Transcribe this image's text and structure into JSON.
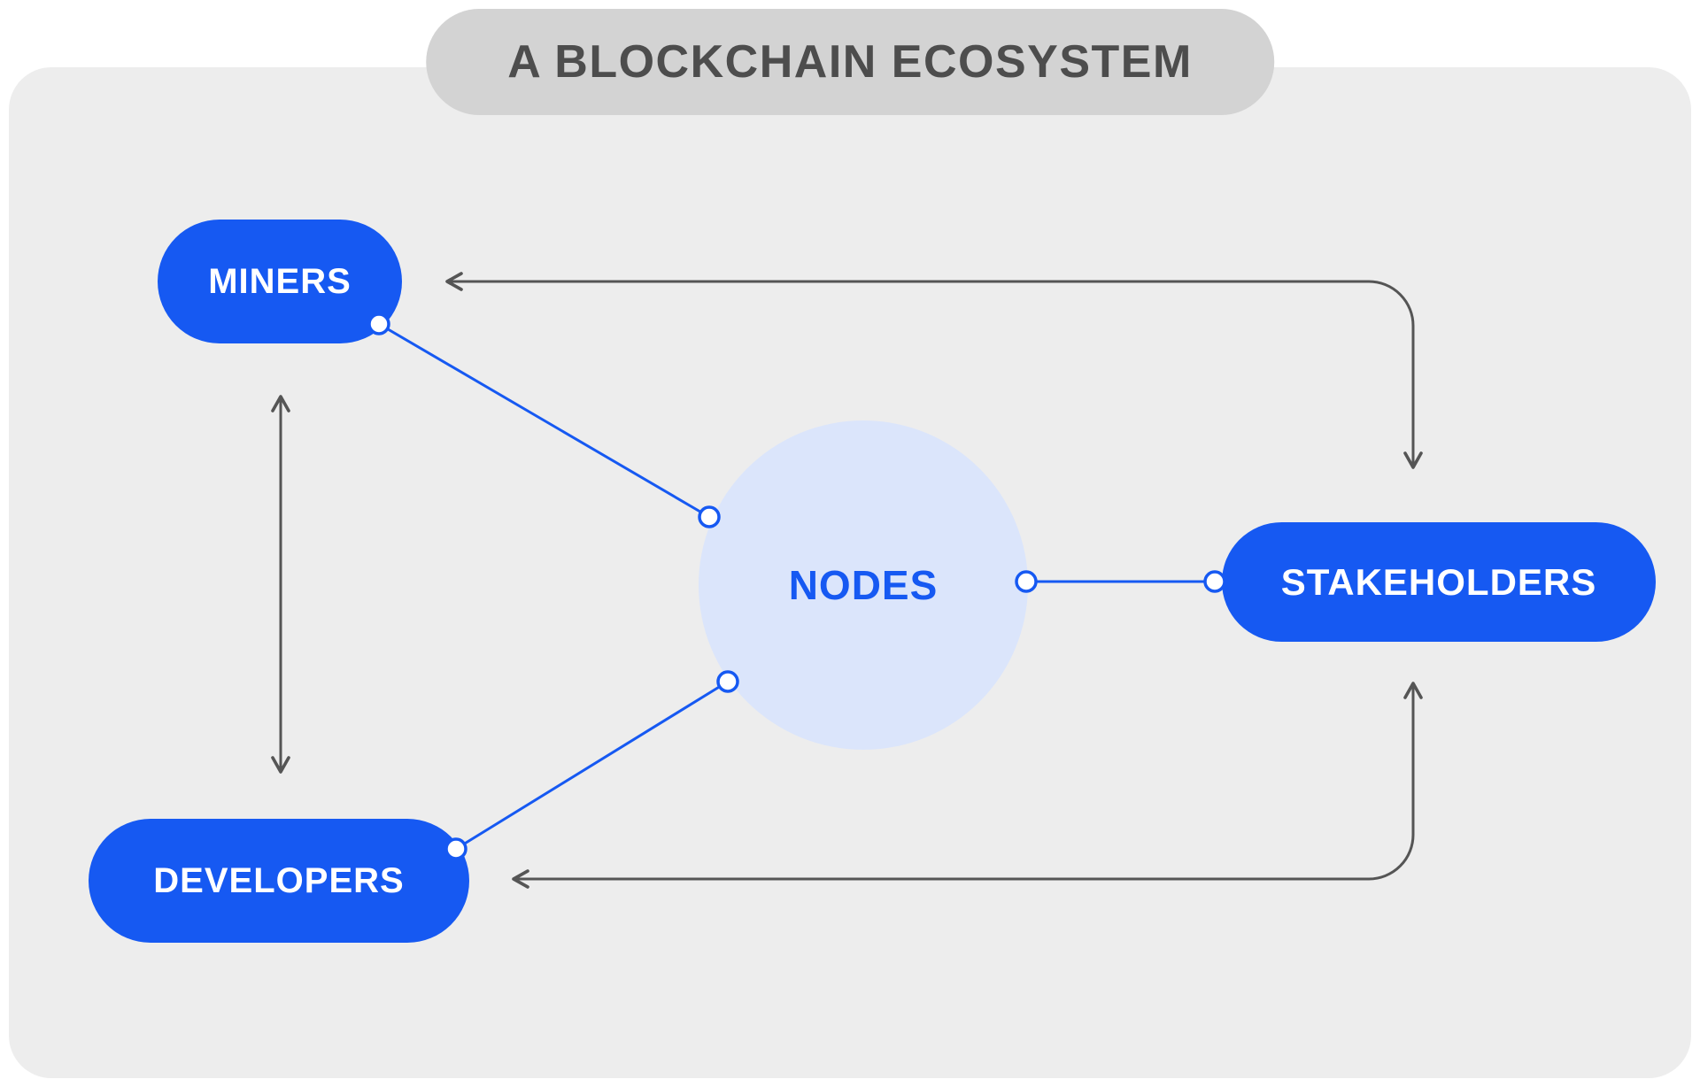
{
  "title": "A BLOCKCHAIN ECOSYSTEM",
  "nodes": {
    "miners": {
      "label": "MINERS"
    },
    "developers": {
      "label": "DEVELOPERS"
    },
    "stakeholders": {
      "label": "STAKEHOLDERS"
    },
    "hub": {
      "label": "NODES"
    }
  },
  "connections": [
    {
      "from": "MINERS",
      "to": "NODES",
      "style": "blue-line-with-dots"
    },
    {
      "from": "DEVELOPERS",
      "to": "NODES",
      "style": "blue-line-with-dots"
    },
    {
      "from": "NODES",
      "to": "STAKEHOLDERS",
      "style": "blue-line-with-dots"
    },
    {
      "from": "MINERS",
      "to": "DEVELOPERS",
      "style": "gray-double-arrow"
    },
    {
      "from": "STAKEHOLDERS",
      "to": "MINERS",
      "style": "gray-double-arrow"
    },
    {
      "from": "STAKEHOLDERS",
      "to": "DEVELOPERS",
      "style": "gray-double-arrow"
    }
  ],
  "colors": {
    "accent-blue": "#1659F2",
    "hub-circle": "#DBE5FB",
    "panel-bg": "#EDEDED",
    "title-pill-bg": "#D3D3D3",
    "title-text": "#4D4D4D",
    "arrow-gray": "#555555",
    "node-text": "#FFFFFF"
  }
}
